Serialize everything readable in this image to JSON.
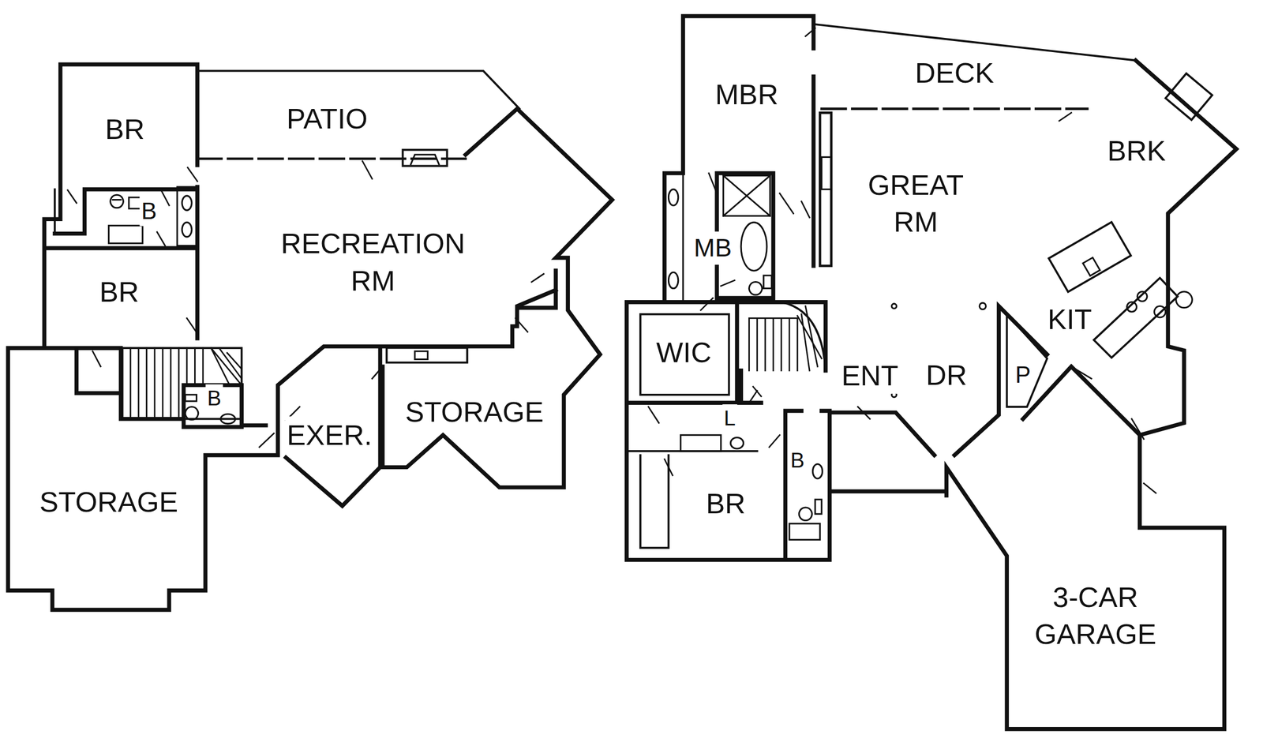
{
  "diagram": {
    "labels": [
      "BR",
      "PATIO",
      "B",
      "RECREATION RM",
      "BR",
      "STORAGE",
      "B",
      "EXER.",
      "STORAGE",
      "MBR",
      "DECK",
      "BRK",
      "GREAT RM",
      "MB",
      "KIT",
      "WIC",
      "P",
      "ENT",
      "DR",
      "L",
      "B",
      "BR",
      "3-CAR GARAGE"
    ]
  }
}
